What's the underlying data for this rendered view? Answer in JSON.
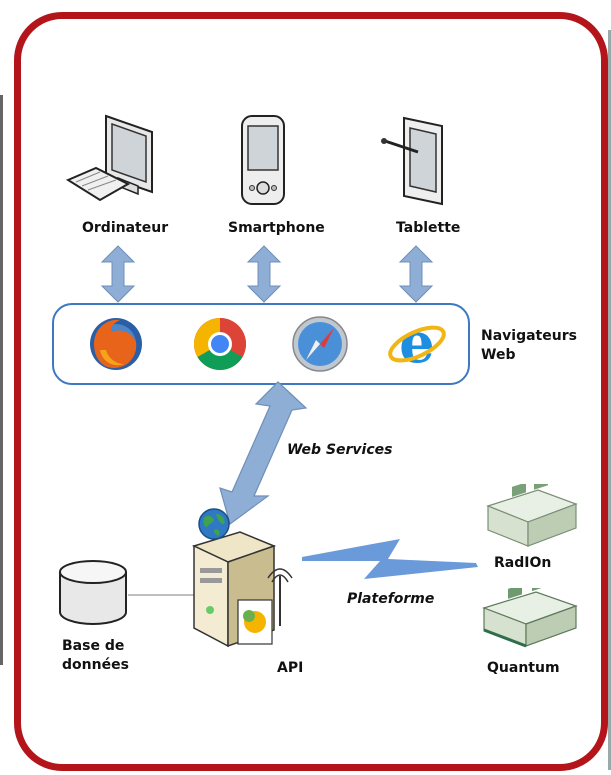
{
  "devices": {
    "ordinateur": "Ordinateur",
    "smartphone": "Smartphone",
    "tablette": "Tablette"
  },
  "navigateurs_label_line1": "Navigateurs",
  "navigateurs_label_line2": "Web",
  "web_services_label": "Web Services",
  "plateforme_label": "Plateforme",
  "api_label": "API",
  "base_label_line1": "Base de",
  "base_label_line2": "données",
  "radion_label": "RadIOn",
  "quantum_label": "Quantum",
  "colors": {
    "frame": "#b3151b",
    "arrow": "#8eaed6",
    "nav_border": "#3d78c2",
    "zigzag": "#5a8fd6"
  },
  "icons": [
    "computer-icon",
    "smartphone-icon",
    "tablet-icon",
    "firefox-icon",
    "chrome-icon",
    "safari-icon",
    "internet-explorer-icon",
    "globe-icon",
    "server-icon",
    "database-icon",
    "radion-device-icon",
    "quantum-device-icon"
  ]
}
